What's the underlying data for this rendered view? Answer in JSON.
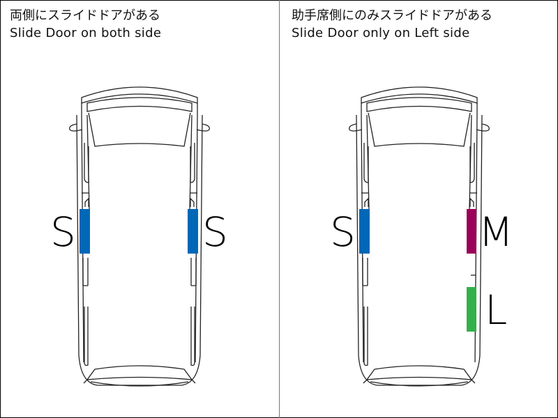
{
  "panels": [
    {
      "id": "both-sides",
      "title_jp": "両側にスライドドアがある",
      "title_en": "Slide Door on both side",
      "doors": [
        {
          "side": "left",
          "label": "S",
          "color": "#0068b7"
        },
        {
          "side": "right",
          "label": "S",
          "color": "#0068b7"
        }
      ]
    },
    {
      "id": "left-only",
      "title_jp": "助手席側にのみスライドドアがある",
      "title_en": "Slide Door only on Left side",
      "doors": [
        {
          "side": "left",
          "label": "S",
          "color": "#0068b7"
        },
        {
          "side": "right-middle",
          "label": "M",
          "color": "#9b0059"
        },
        {
          "side": "right-lower",
          "label": "L",
          "color": "#33b04a"
        }
      ]
    }
  ]
}
